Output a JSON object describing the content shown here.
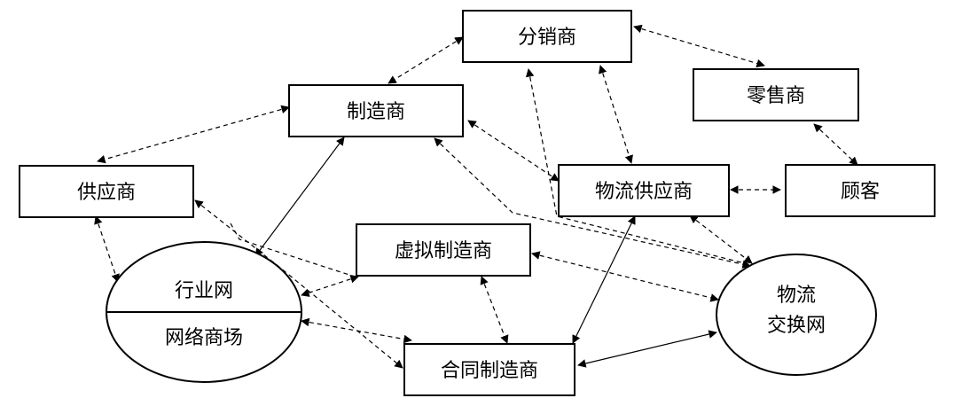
{
  "nodes": {
    "distributor": "分销商",
    "manufacturer": "制造商",
    "retailer": "零售商",
    "supplier": "供应商",
    "logistics_provider": "物流供应商",
    "customer": "顾客",
    "virtual_manufacturer": "虚拟制造商",
    "contract_manufacturer": "合同制造商",
    "industry_net": "行业网",
    "online_mall": "网络商场",
    "logistics_exchange_line1": "物流",
    "logistics_exchange_line2": "交换网"
  },
  "colors": {
    "stroke": "#000000",
    "background": "#ffffff"
  },
  "edges": [
    {
      "from": "distributor",
      "to": "manufacturer",
      "style": "dashed"
    },
    {
      "from": "distributor",
      "to": "retailer",
      "style": "dashed"
    },
    {
      "from": "distributor",
      "to": "logistics_provider",
      "style": "dashed"
    },
    {
      "from": "distributor",
      "to": "logistics_exchange",
      "style": "dashed"
    },
    {
      "from": "manufacturer",
      "to": "supplier",
      "style": "dashed"
    },
    {
      "from": "manufacturer",
      "to": "industry_net",
      "style": "solid"
    },
    {
      "from": "manufacturer",
      "to": "logistics_provider",
      "style": "dashed"
    },
    {
      "from": "manufacturer",
      "to": "logistics_exchange",
      "style": "dashed"
    },
    {
      "from": "retailer",
      "to": "customer",
      "style": "dashed"
    },
    {
      "from": "logistics_provider",
      "to": "customer",
      "style": "dashed"
    },
    {
      "from": "logistics_provider",
      "to": "logistics_exchange",
      "style": "dashed"
    },
    {
      "from": "logistics_provider",
      "to": "contract_manufacturer",
      "style": "solid"
    },
    {
      "from": "supplier",
      "to": "industry_net",
      "style": "dashed"
    },
    {
      "from": "supplier",
      "to": "contract_manufacturer",
      "style": "dashed"
    },
    {
      "from": "supplier",
      "to": "logistics_exchange",
      "style": "dashed"
    },
    {
      "from": "virtual_manufacturer",
      "to": "industry_net",
      "style": "dashed"
    },
    {
      "from": "virtual_manufacturer",
      "to": "contract_manufacturer",
      "style": "dashed"
    },
    {
      "from": "virtual_manufacturer",
      "to": "logistics_exchange",
      "style": "dashed"
    },
    {
      "from": "online_mall",
      "to": "contract_manufacturer",
      "style": "dashed"
    },
    {
      "from": "contract_manufacturer",
      "to": "logistics_exchange",
      "style": "solid"
    }
  ]
}
